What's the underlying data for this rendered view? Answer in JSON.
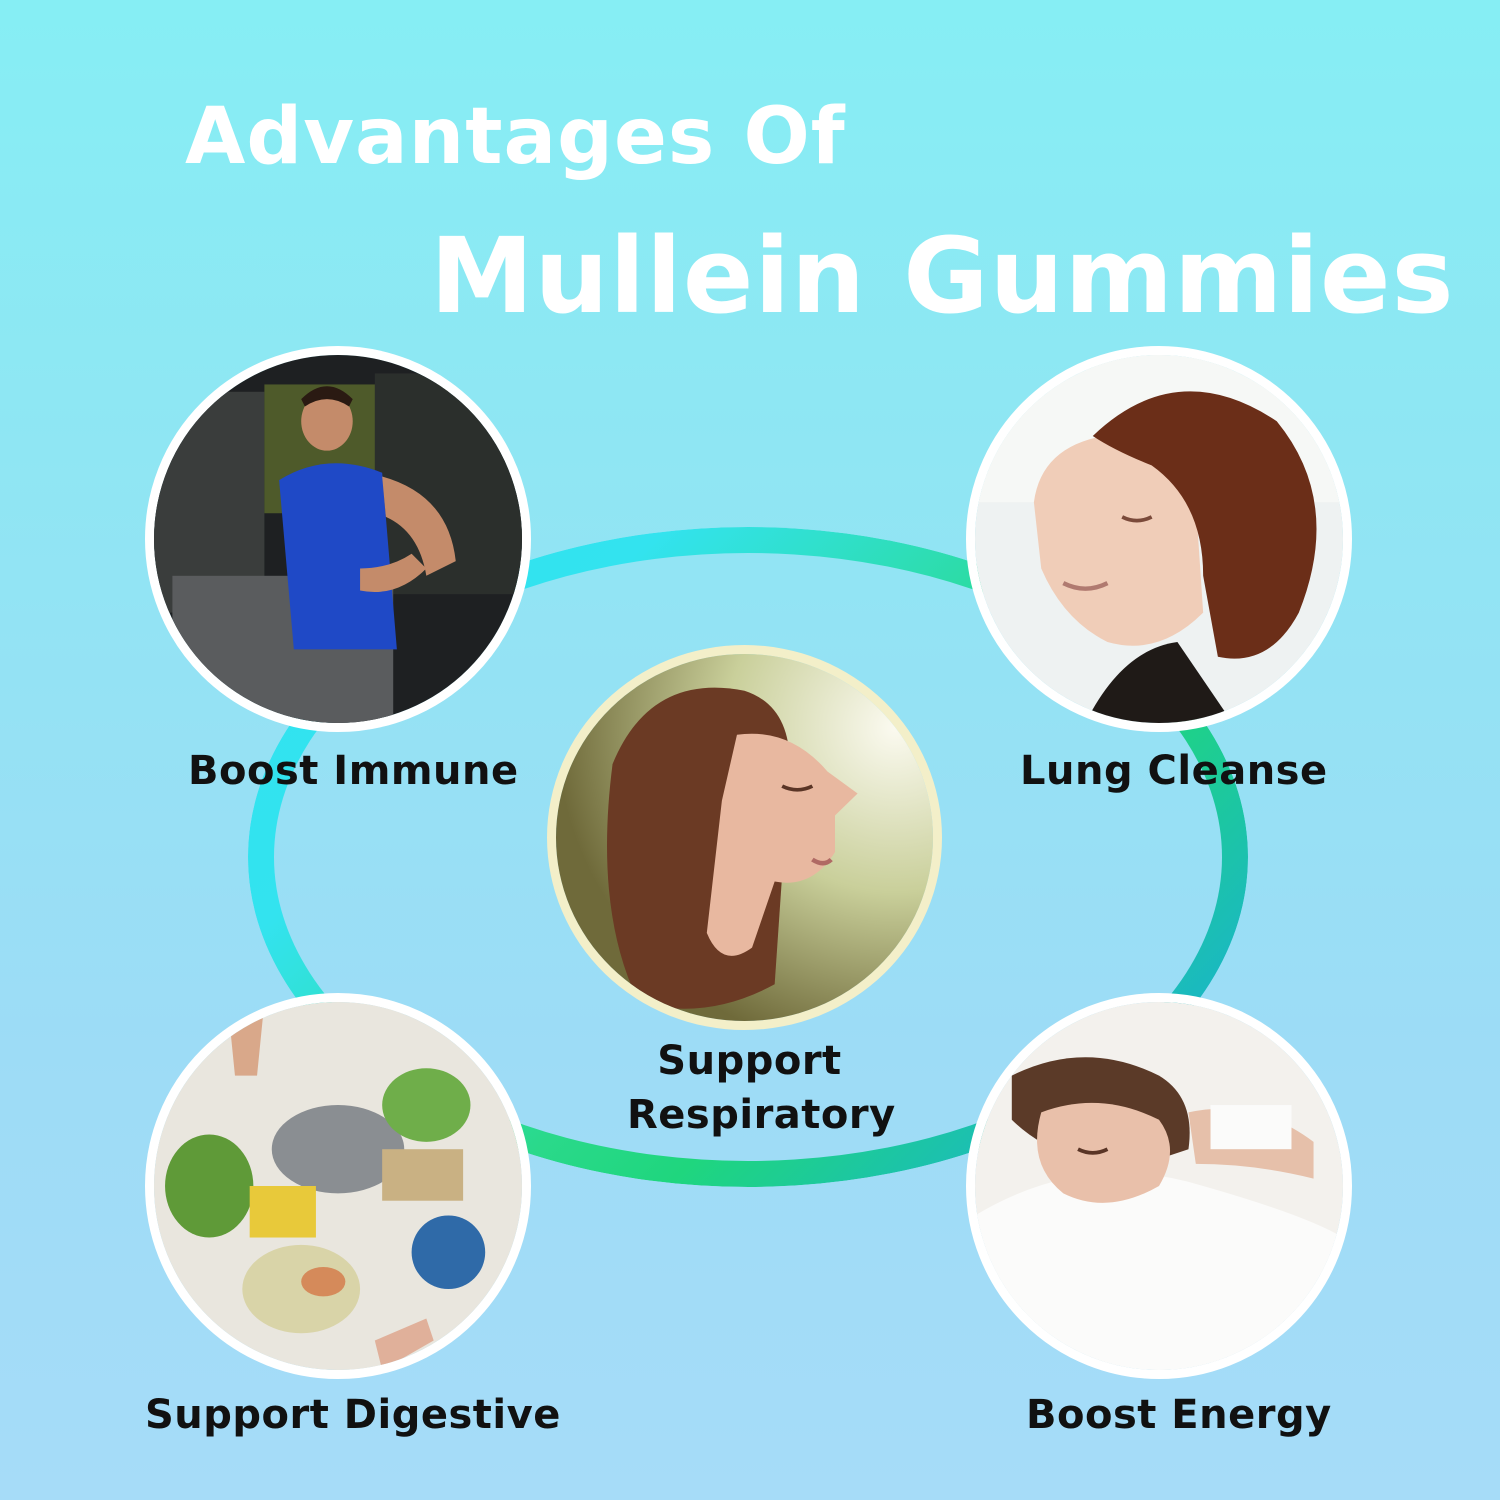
{
  "title": {
    "line1": "Advantages Of",
    "line2": "Mullein Gummies"
  },
  "benefits": [
    {
      "label": "Boost Immune",
      "image": "man-running-treadmill-photo"
    },
    {
      "label": "Lung Cleanse",
      "image": "man-breathing-fresh-air-photo"
    },
    {
      "label_line1": "Support",
      "label_line2": "Respiratory",
      "image": "woman-breathing-sunlight-photo"
    },
    {
      "label": "Support Digestive",
      "image": "table-with-food-photo"
    },
    {
      "label": "Boost Energy",
      "image": "woman-sleeping-photo"
    }
  ],
  "colors": {
    "background_top": "#86eef4",
    "background_bottom": "#a6dcf8",
    "ring_cyan": "#2fe3f0",
    "ring_green": "#1fd67e",
    "ring_blue": "#17a5ee",
    "title": "#ffffff",
    "label": "#111111"
  }
}
